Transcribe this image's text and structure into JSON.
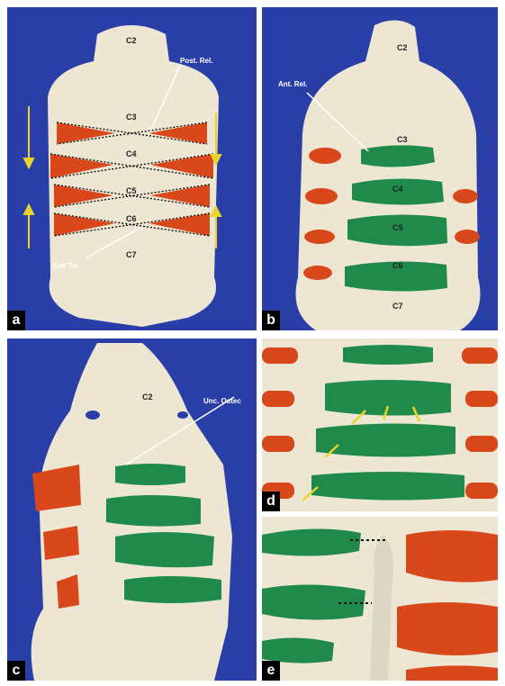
{
  "panels": {
    "a": {
      "label": "a",
      "levels": [
        "C2",
        "C3",
        "C4",
        "C5",
        "C6",
        "C7"
      ],
      "annotations": {
        "post_rel": "Post. Rel.",
        "soft_tissue": "Soft Tis."
      }
    },
    "b": {
      "label": "b",
      "levels": [
        "C2",
        "C3",
        "C4",
        "C5",
        "C6",
        "C7"
      ],
      "annotations": {
        "ant_rel": "Ant. Rel."
      }
    },
    "c": {
      "label": "c",
      "levels": [
        "C2"
      ],
      "annotations": {
        "unc_ostec": "Unc. Ostec"
      }
    },
    "d": {
      "label": "d"
    },
    "e": {
      "label": "e"
    }
  },
  "colors": {
    "background_blue": "#2a3ea8",
    "bone": "#ece6d2",
    "disc_orange": "#d9481b",
    "graft_green": "#1f8a4a",
    "arrow_yellow": "#e8d42a"
  }
}
